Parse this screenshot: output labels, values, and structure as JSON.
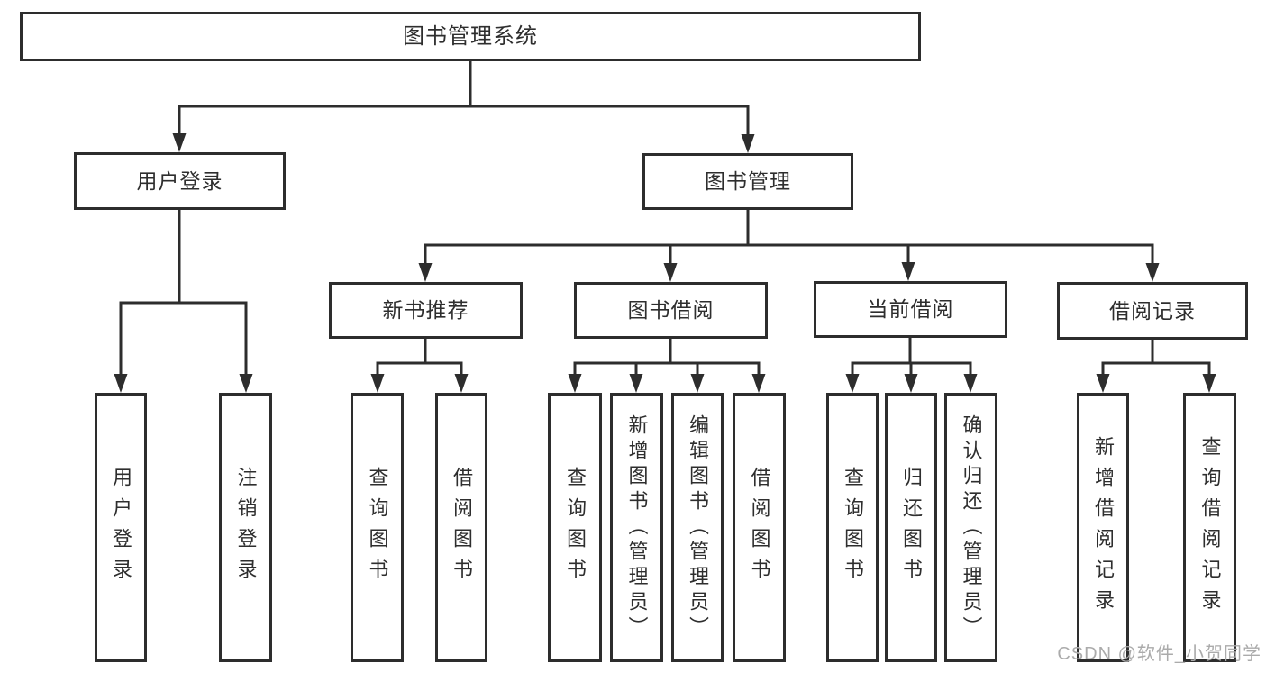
{
  "colors": {
    "line": "#2d2d2d",
    "box_border": "#2d2d2d",
    "box_background": "#ffffff",
    "text": "#2e2e2e",
    "watermark": "#ababab"
  },
  "tree": {
    "label": "图书管理系统",
    "children": [
      {
        "label": "用户登录",
        "children": [
          {
            "label": "用户登录"
          },
          {
            "label": "注销登录"
          }
        ]
      },
      {
        "label": "图书管理",
        "children": [
          {
            "label": "新书推荐",
            "children": [
              {
                "label": "查询图书"
              },
              {
                "label": "借阅图书"
              }
            ]
          },
          {
            "label": "图书借阅",
            "children": [
              {
                "label": "查询图书"
              },
              {
                "label": "新增图书（管理员）"
              },
              {
                "label": "编辑图书（管理员）"
              },
              {
                "label": "借阅图书"
              }
            ]
          },
          {
            "label": "当前借阅",
            "children": [
              {
                "label": "查询图书"
              },
              {
                "label": "归还图书"
              },
              {
                "label": "确认归还（管理员）"
              }
            ]
          },
          {
            "label": "借阅记录",
            "children": [
              {
                "label": "新增借阅记录"
              },
              {
                "label": "查询借阅记录"
              }
            ]
          }
        ]
      }
    ]
  },
  "watermark": "CSDN @软件_小贺同学"
}
